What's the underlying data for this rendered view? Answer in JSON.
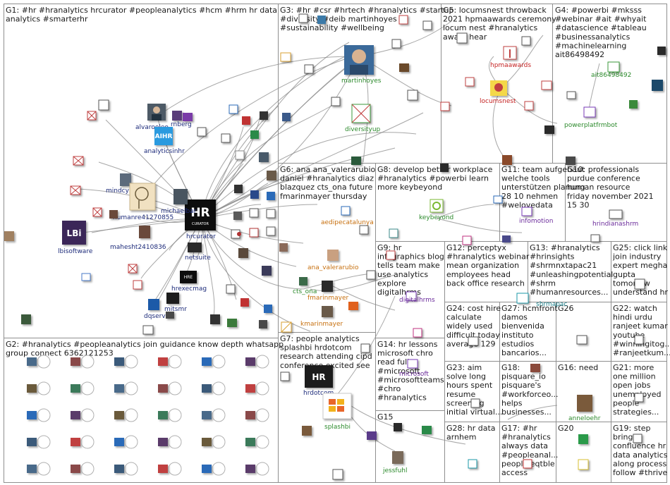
{
  "colors": {
    "frame": "#8f8f8f",
    "edge": "#8a8a8a",
    "group_label_text": "#1a1a1a",
    "label_navy": "#1d2b7a",
    "label_orange": "#c7700f",
    "label_green": "#2c8a2c",
    "label_red": "#c42222",
    "label_purple": "#6a2a9a",
    "label_teal": "#1a7f8a",
    "label_blue": "#1d4fa8"
  },
  "groups": [
    {
      "id": "G1",
      "lines": [
        "G1: #hr #hranalytics hrcurator #peopleanalytics #hcm #hrm hr data",
        "analytics #smarterhr"
      ]
    },
    {
      "id": "G2",
      "lines": [
        "G2: #hranalytics #peopleanalytics join guidance know depth whatsapp",
        "group connect 6362121253"
      ]
    },
    {
      "id": "G3",
      "lines": [
        "G3: #hr #csr #hrtech #hranalytics #startup",
        "#diversity #deib martinhoyes",
        "#sustainability #wellbeing"
      ]
    },
    {
      "id": "G4",
      "lines": [
        "G4: #powerbi #mksss",
        "#webinar #ait #whyait",
        "#datascience #tableau",
        "#businessanalytics",
        "#machinelearning",
        "ait86498492"
      ]
    },
    {
      "id": "G5",
      "lines": [
        "G5: locumsnest throwback",
        "2021 hpmaawards ceremony",
        "locum nest #hranalytics",
        "award hear"
      ]
    },
    {
      "id": "G6",
      "lines": [
        "G6: ana ana_valerarubio",
        "daniel #hranalytics diaz",
        "blazquez cts_ona future",
        "fmarinmayer thursday"
      ]
    },
    {
      "id": "G7",
      "lines": [
        "G7: people analytics",
        "splashbi hrdotcom",
        "research attending cipd",
        "conference excited see"
      ]
    },
    {
      "id": "G8",
      "lines": [
        "G8: develop better workplace",
        "#hranalytics #powerbi learn",
        "more keybeyond"
      ]
    },
    {
      "id": "G9",
      "lines": [
        "G9: hr",
        "infographics blog",
        "tells team make",
        "use analytics",
        "explore",
        "digitalhrms"
      ]
    },
    {
      "id": "G10",
      "lines": [
        "G10: professionals",
        "purdue conference",
        "human resource",
        "friday november 2021",
        "15 30"
      ]
    },
    {
      "id": "G11",
      "lines": [
        "G11: team aufgebaut",
        "welche tools",
        "unterstützen planung",
        "28 10 nehmen",
        "#welovedata"
      ]
    },
    {
      "id": "G12",
      "lines": [
        "G12: perceptyx",
        "#hranalytics webinar",
        "mean organization",
        "employees head",
        "back office research"
      ]
    },
    {
      "id": "G13",
      "lines": [
        "G13: #hranalytics",
        "#hrinsights",
        "#shrmnxtapac21",
        "#unleashingpotential",
        "#shrm",
        "#humanresources..."
      ]
    },
    {
      "id": "G14",
      "lines": [
        "G14: hr lessons",
        "microsoft chro",
        "read full",
        "#microsoft",
        "#microsoftteams",
        "#chro",
        "#hranalytics"
      ]
    },
    {
      "id": "G15",
      "lines": [
        "G15"
      ]
    },
    {
      "id": "G16",
      "lines": [
        "G16: need"
      ]
    },
    {
      "id": "G17",
      "lines": [
        "G17: #hr",
        "#hranalytics",
        "always data",
        "#peopleanal...",
        "people eqtble",
        "access"
      ]
    },
    {
      "id": "G18",
      "lines": [
        "G18:",
        "pisquare_io",
        "pisquare's",
        "#workforceo...",
        "helps",
        "businesses..."
      ]
    },
    {
      "id": "G19",
      "lines": [
        "G19: step",
        "bring",
        "confluence hr",
        "data analytics",
        "along process",
        "follow #thrive"
      ]
    },
    {
      "id": "G20",
      "lines": [
        "G20"
      ]
    },
    {
      "id": "G21",
      "lines": [
        "G21: more",
        "one million",
        "open jobs",
        "unemployed",
        "people",
        "strategies..."
      ]
    },
    {
      "id": "G22",
      "lines": [
        "G22: watch",
        "hindi urdu",
        "ranjeet kumar",
        "youtube",
        "#winningitog...",
        "#ranjeetkum..."
      ]
    },
    {
      "id": "G23",
      "lines": [
        "G23: aim",
        "solve long",
        "hours spent",
        "resume",
        "screening",
        "initial virtual..."
      ]
    },
    {
      "id": "G24",
      "lines": [
        "G24: cost hire",
        "calculate",
        "widely used",
        "difficult today",
        "average 129"
      ]
    },
    {
      "id": "G25",
      "lines": [
        "G25: click link",
        "join industry",
        "expert megha",
        "gupta",
        "tomorrow",
        "understand hr"
      ]
    },
    {
      "id": "G26",
      "lines": [
        "G26"
      ]
    },
    {
      "id": "G27",
      "lines": [
        "G27: hcmfront",
        "damos",
        "bienvenida",
        "instituto",
        "estudios",
        "bancarios..."
      ]
    },
    {
      "id": "G28",
      "lines": [
        "G28: hr data",
        "arnhem"
      ]
    }
  ],
  "nodes": [
    {
      "id": "hrcurator",
      "label": "hrcurator",
      "color": "navy",
      "icon": "hr-curator-logo-icon"
    },
    {
      "id": "alvarooleo",
      "label": "alvarooleo",
      "color": "navy",
      "icon": "profile-photo-icon"
    },
    {
      "id": "rnberg",
      "label": "rnberg",
      "color": "navy",
      "icon": "profile-photo-icon"
    },
    {
      "id": "analyticsinhr",
      "label": "analyticsinhr",
      "color": "navy",
      "icon": "aihr-logo-icon"
    },
    {
      "id": "mindcy",
      "label": "mindcy",
      "color": "navy",
      "icon": "profile-photo-icon"
    },
    {
      "id": "humanre41270855",
      "label": "humanre41270855",
      "color": "navy",
      "icon": "avatar-icon"
    },
    {
      "id": "michaelbar",
      "label": "michaelbar",
      "color": "navy",
      "icon": "profile-photo-icon"
    },
    {
      "id": "lbisoftware",
      "label": "lbisoftware",
      "color": "navy",
      "icon": "lbi-logo-icon"
    },
    {
      "id": "mahesht2410836",
      "label": "mahesht2410836",
      "color": "navy",
      "icon": "profile-photo-icon"
    },
    {
      "id": "netsuite",
      "label": "netsuite",
      "color": "navy",
      "icon": "netsuite-logo-icon"
    },
    {
      "id": "hrexecmag",
      "label": "hrexecmag",
      "color": "navy",
      "icon": "hre-logo-icon"
    },
    {
      "id": "mitsmr",
      "label": "mitsmr",
      "color": "navy",
      "icon": "mit-logo-icon"
    },
    {
      "id": "dqserv",
      "label": "dqserv",
      "color": "navy",
      "icon": "profile-photo-icon"
    },
    {
      "id": "martinhoyes",
      "label": "martinhoyes",
      "color": "green",
      "icon": "profile-photo-icon"
    },
    {
      "id": "diversityup",
      "label": "diversityup",
      "color": "green",
      "icon": "broken-image-icon"
    },
    {
      "id": "locumsnest",
      "label": "locumsnest",
      "color": "red",
      "icon": "locumsnest-logo-icon"
    },
    {
      "id": "hpmaawards",
      "label": "hpmaawards",
      "color": "red",
      "icon": "award-figure-icon"
    },
    {
      "id": "ait86498492",
      "label": "ait86498492",
      "color": "green",
      "icon": "profile-photo-icon"
    },
    {
      "id": "powerplatfrmbot",
      "label": "powerplatfrmbot",
      "color": "green",
      "icon": "bot-icon"
    },
    {
      "id": "aedipecatalunya",
      "label": "aedipecatalunya",
      "color": "orange",
      "icon": "logo-icon"
    },
    {
      "id": "ana_valerarubio",
      "label": "ana_valerarubio",
      "color": "orange",
      "icon": "profile-photo-icon"
    },
    {
      "id": "cts_ona",
      "label": "cts_ona",
      "color": "green",
      "icon": "profile-photo-icon"
    },
    {
      "id": "fmarinmayer",
      "label": "fmarinmayer",
      "color": "orange",
      "icon": "profile-photo-icon"
    },
    {
      "id": "kmarinmayer",
      "label": "kmarinmayer",
      "color": "orange",
      "icon": "profile-photo-icon"
    },
    {
      "id": "keybeyond",
      "label": "keybeyond",
      "color": "green",
      "icon": "keybeyond-logo-icon"
    },
    {
      "id": "infomotion",
      "label": "infomotion",
      "color": "purple",
      "icon": "logo-icon"
    },
    {
      "id": "hrindianashrm",
      "label": "hrindianashrm",
      "color": "purple",
      "icon": "logo-icon"
    },
    {
      "id": "digitalhrms",
      "label": "digitalhrms",
      "color": "purple",
      "icon": "logo-icon"
    },
    {
      "id": "shrmapac",
      "label": "shrmapac",
      "color": "teal",
      "icon": "logo-icon"
    },
    {
      "id": "hrdotcom",
      "label": "hrdotcom",
      "color": "navy",
      "icon": "hr-com-logo-icon"
    },
    {
      "id": "splashbi",
      "label": "splashbi",
      "color": "green",
      "icon": "splashbi-logo-icon"
    },
    {
      "id": "jessfuhl",
      "label": "jessfuhl",
      "color": "green",
      "icon": "profile-photo-icon"
    },
    {
      "id": "anneloehr",
      "label": "anneloehr",
      "color": "green",
      "icon": "profile-photo-icon"
    },
    {
      "id": "microsoft",
      "label": "microsoft",
      "color": "purple",
      "icon": "logo-icon"
    }
  ]
}
